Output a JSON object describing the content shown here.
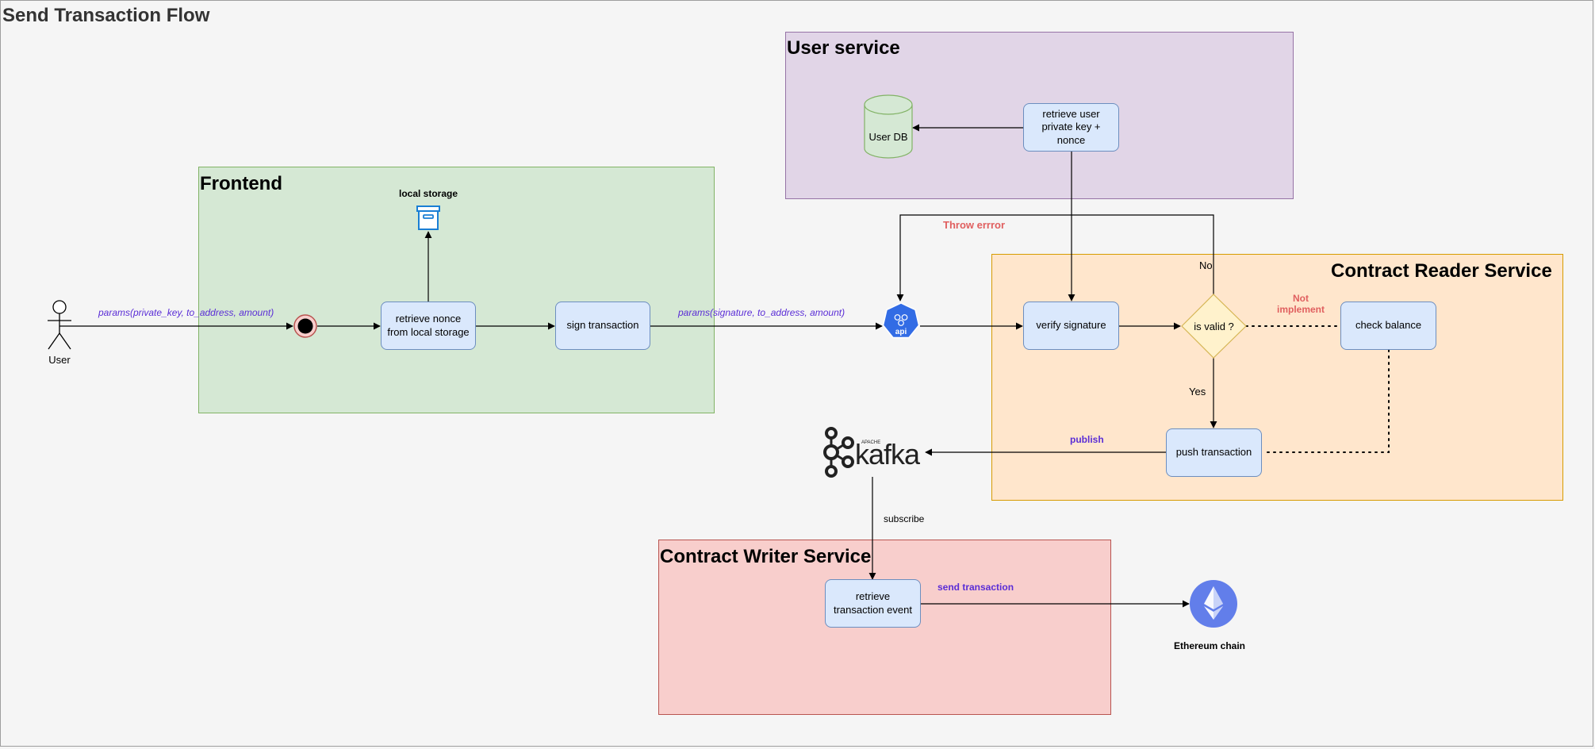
{
  "title": "Send Transaction Flow",
  "regions": {
    "frontend": "Frontend",
    "user_service": "User service",
    "contract_reader": "Contract Reader Service",
    "contract_writer": "Contract Writer Service"
  },
  "actors": {
    "user": "User"
  },
  "stores": {
    "local_storage": "local storage",
    "user_db": "User DB"
  },
  "steps": {
    "retrieve_nonce": "retrieve nonce from local storage",
    "sign_transaction": "sign transaction",
    "retrieve_user_key": "retrieve user private key + nonce",
    "verify_signature": "verify signature",
    "is_valid": "is valid ?",
    "check_balance": "check balance",
    "push_transaction": "push transaction",
    "retrieve_event": "retrieve transaction event"
  },
  "edge_labels": {
    "params_user": "params(private_key, to_address, amount)",
    "params_api": "params(signature, to_address, amount)",
    "throw_error": "Throw errror",
    "no": "No",
    "yes": "Yes",
    "not_implement": "Not implement",
    "publish": "publish",
    "subscribe": "subscribe",
    "send_transaction": "send transaction"
  },
  "icons": {
    "api": "api",
    "kafka_small": "APACHE",
    "kafka": "kafka",
    "ethereum": "Ethereum chain"
  },
  "colors": {
    "frontend_fill": "#d5e8d4",
    "frontend_stroke": "#82b366",
    "user_service_fill": "#e1d5e7",
    "user_service_stroke": "#9673a6",
    "reader_fill": "#ffe6cc",
    "reader_stroke": "#d79b00",
    "writer_fill": "#f8cecc",
    "writer_stroke": "#b85450",
    "step_fill": "#dae8fc",
    "step_stroke": "#6c8ebf",
    "decision_fill": "#fff2cc",
    "decision_stroke": "#d6b656",
    "api_blue": "#326ce5",
    "eth_blue": "#627eea"
  }
}
